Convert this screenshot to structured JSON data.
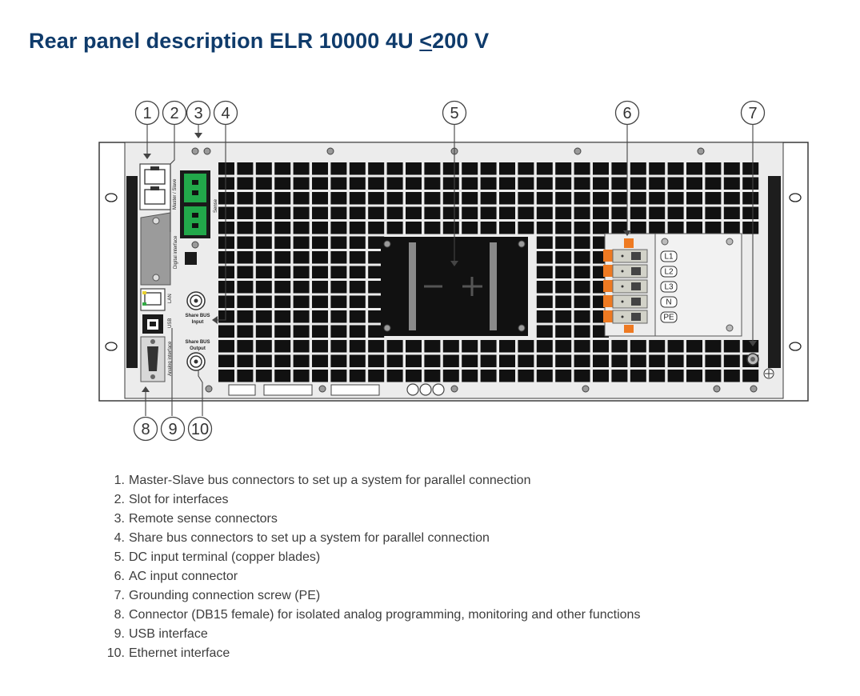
{
  "heading": {
    "prefix": "Rear panel description ELR 10000 4U ",
    "underlined": "<",
    "suffix": "200 V"
  },
  "diagram": {
    "labels": {
      "master_slave": "Master / Slave",
      "digital_interface": "Digital interface",
      "sense": "Sense",
      "lan": "LAN",
      "usb": "USB",
      "analog_interface": "Analog interface",
      "share_bus_input": [
        "Share BUS",
        "Input"
      ],
      "share_bus_output": [
        "Share BUS",
        "Output"
      ],
      "ac_terminals": [
        "L1",
        "L2",
        "L3",
        "N",
        "PE"
      ]
    },
    "callouts": [
      "1",
      "2",
      "3",
      "4",
      "5",
      "6",
      "7",
      "8",
      "9",
      "10"
    ]
  },
  "legend": [
    "Master-Slave bus connectors to set up a system for parallel connection",
    "Slot for interfaces",
    "Remote sense connectors",
    "Share bus connectors to set up a system for parallel connection",
    "DC input terminal (copper blades)",
    "AC input connector",
    "Grounding connection screw (PE)",
    "Connector (DB15 female) for isolated analog programming, monitoring and other functions",
    "USB interface",
    "Ethernet interface"
  ],
  "colors": {
    "title": "#0f3b6b",
    "sense_connector": "#22a84a",
    "ac_connector_accent": "#ee7a22",
    "vent": "#111111"
  }
}
